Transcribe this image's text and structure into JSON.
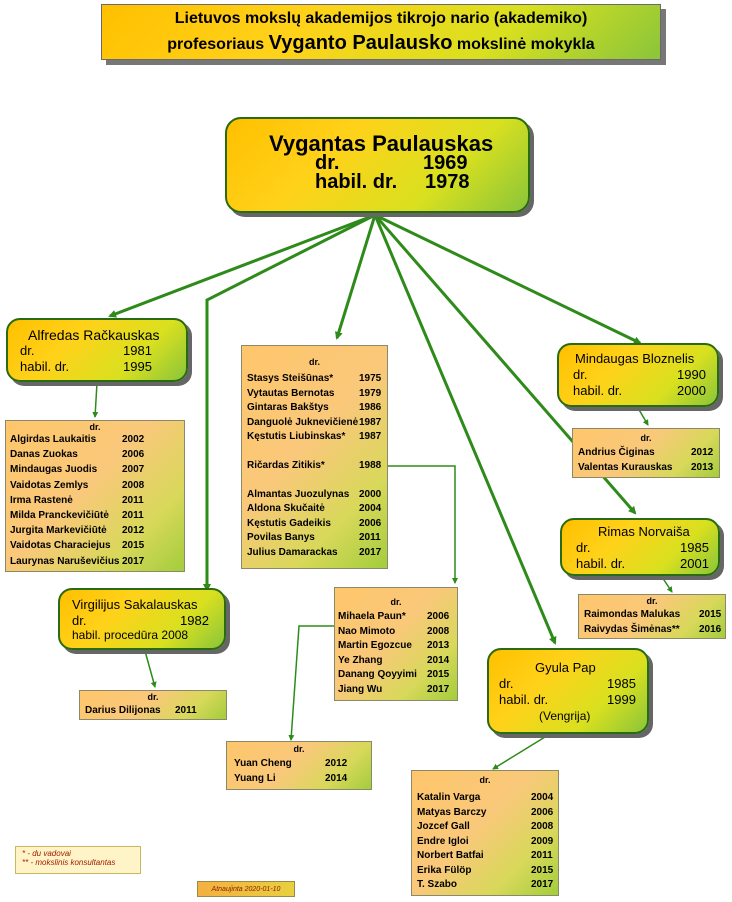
{
  "title": {
    "line1": "Lietuvos mokslų akademijos  tikrojo nario  (akademiko)",
    "line2_pre": "profesoriaus",
    "line2_name": "Vyganto Paulausko",
    "line2_post": "mokslinė mokykla"
  },
  "root": {
    "name": "Vygantas Paulauskas",
    "dr": "dr.",
    "dr_year": "1969",
    "habil": "habil. dr.",
    "habil_year": "1978"
  },
  "racka": {
    "name": "Alfredas Račkauskas",
    "dr": "dr.",
    "dr_year": "1981",
    "habil": "habil. dr.",
    "habil_year": "1995"
  },
  "racka_list": {
    "header": "dr.",
    "items": [
      {
        "name": "Algirdas Laukaitis",
        "year": "2002"
      },
      {
        "name": "Danas Zuokas",
        "year": "2006"
      },
      {
        "name": "Mindaugas Juodis",
        "year": "2007"
      },
      {
        "name": "Vaidotas Zemlys",
        "year": "2008"
      },
      {
        "name": "Irma Rastenė",
        "year": "2011"
      },
      {
        "name": "Milda Pranckevičiūtė",
        "year": "2011"
      },
      {
        "name": "Jurgita Markevičiūtė",
        "year": "2012"
      },
      {
        "name": "Vaidotas Characiejus",
        "year": "2015"
      },
      {
        "name": "Laurynas Naruševičius",
        "year": "2017"
      }
    ]
  },
  "sakal": {
    "name": "Virgilijus Sakalauskas",
    "dr": "dr.",
    "dr_year": "1982",
    "habil": "habil. procedūra 2008"
  },
  "sakal_list": {
    "header": "dr.",
    "items": [
      {
        "name": "Darius Dilijonas",
        "year": "2011"
      }
    ]
  },
  "center_list": {
    "header": "dr.",
    "items": [
      {
        "name": "Stasys Steišūnas*",
        "year": "1975"
      },
      {
        "name": "Vytautas Bernotas",
        "year": "1979"
      },
      {
        "name": "Gintaras Bakštys",
        "year": "1986"
      },
      {
        "name": "Danguolė Juknevičienė",
        "year": "1987"
      },
      {
        "name": "Kęstutis Liubinskas*",
        "year": "1987"
      },
      {
        "name": "Ričardas Zitikis*",
        "year": "1988"
      },
      {
        "name": "Almantas Juozulynas",
        "year": "2000"
      },
      {
        "name": "Aldona Skučaitė",
        "year": "2004"
      },
      {
        "name": "Kęstutis Gadeikis",
        "year": "2006"
      },
      {
        "name": "Povilas Banys",
        "year": "2011"
      },
      {
        "name": "Julius Damarackas",
        "year": "2017"
      }
    ]
  },
  "zitikis_list": {
    "header": "dr.",
    "items": [
      {
        "name": "Mihaela Paun*",
        "year": "2006"
      },
      {
        "name": "Nao Mimoto",
        "year": "2008"
      },
      {
        "name": "Martin Egozcue",
        "year": "2013"
      },
      {
        "name": "Ye Zhang",
        "year": "2014"
      },
      {
        "name": "Danang Qoyyimi",
        "year": "2015"
      },
      {
        "name": "Jiang Wu",
        "year": "2017"
      }
    ]
  },
  "yuan_list": {
    "header": "dr.",
    "items": [
      {
        "name": "Yuan Cheng",
        "year": "2012"
      },
      {
        "name": "Yuang Li",
        "year": "2014"
      }
    ]
  },
  "bloznelis": {
    "name": "Mindaugas Bloznelis",
    "dr": "dr.",
    "dr_year": "1990",
    "habil": "habil. dr.",
    "habil_year": "2000"
  },
  "bloznelis_list": {
    "header": "dr.",
    "items": [
      {
        "name": "Andrius Čiginas",
        "year": "2012"
      },
      {
        "name": "Valentas Kurauskas",
        "year": "2013"
      }
    ]
  },
  "norvaisa": {
    "name": "Rimas Norvaiša",
    "dr": "dr.",
    "dr_year": "1985",
    "habil": "habil. dr.",
    "habil_year": "2001"
  },
  "norvaisa_list": {
    "header": "dr.",
    "items": [
      {
        "name": "Raimondas Malukas",
        "year": "2015"
      },
      {
        "name": "Raivydas Šimėnas**",
        "year": "2016"
      }
    ]
  },
  "pap": {
    "name": "Gyula Pap",
    "dr": "dr.",
    "dr_year": "1985",
    "habil": "habil. dr.",
    "habil_year": "1999",
    "note": "(Vengrija)"
  },
  "pap_list": {
    "header": "dr.",
    "items": [
      {
        "name": "Katalin Varga",
        "year": "2004"
      },
      {
        "name": "Matyas Barczy",
        "year": "2006"
      },
      {
        "name": "Jozcef Gall",
        "year": "2008"
      },
      {
        "name": "Endre Igloi",
        "year": "2009"
      },
      {
        "name": "Norbert Batfai",
        "year": "2011"
      },
      {
        "name": "Erika Fülöp",
        "year": "2015"
      },
      {
        "name": "T. Szabo",
        "year": "2017"
      }
    ]
  },
  "notes": {
    "line1": "* - du vadovai",
    "line2": "** - mokslinis konsultantas"
  },
  "updated": "Atnaujinta 2020-01-10",
  "colors": {
    "arrow": "#2e8b1a",
    "thin_line": "#7a7a7a"
  }
}
